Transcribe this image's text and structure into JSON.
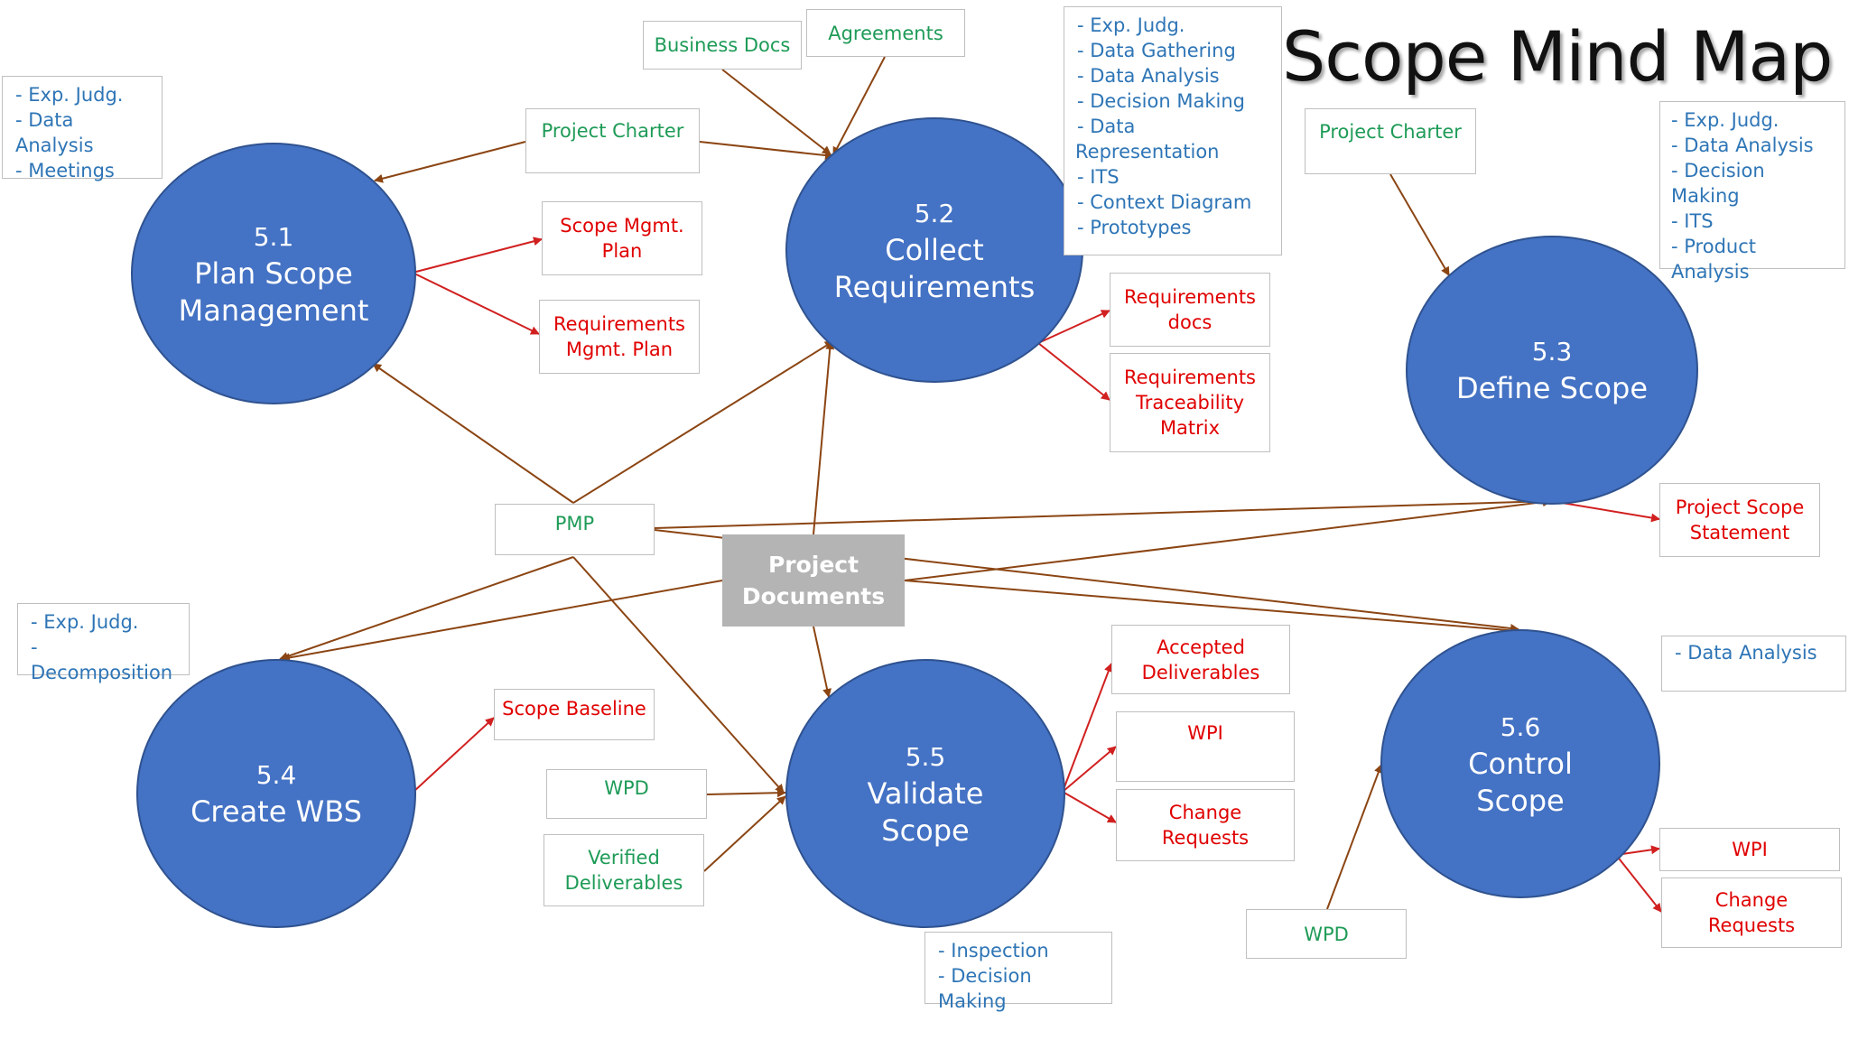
{
  "title": "Scope Mind Map",
  "colors": {
    "process": "#4472c4",
    "input": "#1e9b57",
    "output": "#e00000",
    "tools": "#2e75b6",
    "arrow_input": "#8b4513",
    "arrow_output": "#d12020"
  },
  "processes": {
    "p51": {
      "number": "5.1",
      "line1": "Plan Scope",
      "line2": "Management"
    },
    "p52": {
      "number": "5.2",
      "line1": "Collect",
      "line2": "Requirements"
    },
    "p53": {
      "number": "5.3",
      "line1": "Define Scope"
    },
    "p54": {
      "number": "5.4",
      "line1": "Create WBS"
    },
    "p55": {
      "number": "5.5",
      "line1": "Validate",
      "line2": "Scope"
    },
    "p56": {
      "number": "5.6",
      "line1": "Control",
      "line2": "Scope"
    }
  },
  "inputs": {
    "business_docs": "Business Docs",
    "agreements": "Agreements",
    "charter_51": "Project Charter",
    "charter_53": "Project Charter",
    "pmp": "PMP",
    "wpd_55": "WPD",
    "verified_1": "Verified",
    "verified_2": "Deliverables",
    "wpd_56": "WPD",
    "project_docs_1": "Project",
    "project_docs_2": "Documents"
  },
  "outputs": {
    "scope_plan_1": "Scope Mgmt.",
    "scope_plan_2": "Plan",
    "req_plan_1": "Requirements",
    "req_plan_2": "Mgmt. Plan",
    "req_docs_1": "Requirements",
    "req_docs_2": "docs",
    "rtm_1": "Requirements",
    "rtm_2": "Traceability",
    "rtm_3": "Matrix",
    "pss_1": "Project Scope",
    "pss_2": "Statement",
    "scope_baseline": "Scope Baseline",
    "accepted_1": "Accepted",
    "accepted_2": "Deliverables",
    "wpi_55": "WPI",
    "cr55_1": "Change",
    "cr55_2": "Requests",
    "wpi_56": "WPI",
    "cr56_1": "Change",
    "cr56_2": "Requests"
  },
  "tools": {
    "t51": [
      "- Exp. Judg.",
      "- Data Analysis",
      "- Meetings"
    ],
    "t52": [
      "- Exp. Judg.",
      "- Data Gathering",
      "- Data Analysis",
      "- Decision Making",
      "- Data",
      "Representation",
      "- ITS",
      "- Context Diagram",
      "- Prototypes"
    ],
    "t53": [
      "- Exp. Judg.",
      "- Data Analysis",
      "- Decision Making",
      "- ITS",
      "- Product Analysis"
    ],
    "t54": [
      "- Exp. Judg.",
      "- Decomposition"
    ],
    "t55": [
      "- Inspection",
      "- Decision Making"
    ],
    "t56": [
      "- Data Analysis"
    ]
  }
}
